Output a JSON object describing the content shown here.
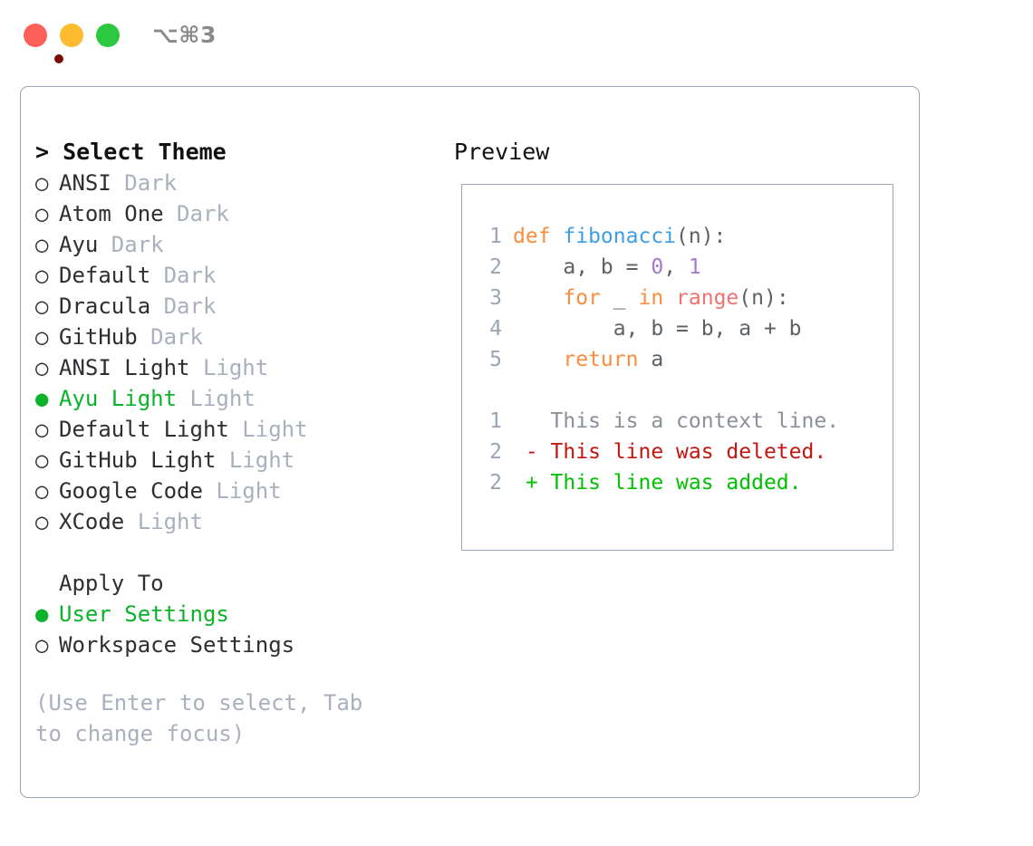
{
  "window": {
    "title": "⌥⌘3",
    "traffic_lights": [
      {
        "name": "close",
        "color": "#fc6058"
      },
      {
        "name": "minimize",
        "color": "#fdbc2f"
      },
      {
        "name": "maximize",
        "color": "#2bc840"
      }
    ]
  },
  "theme_picker": {
    "header_prefix": "> ",
    "header": "Select Theme",
    "bullet_unselected": "○ ",
    "bullet_selected": "● ",
    "items": [
      {
        "name": "ANSI",
        "kind": "Dark",
        "selected": false
      },
      {
        "name": "Atom One",
        "kind": "Dark",
        "selected": false
      },
      {
        "name": "Ayu",
        "kind": "Dark",
        "selected": false
      },
      {
        "name": "Default",
        "kind": "Dark",
        "selected": false
      },
      {
        "name": "Dracula",
        "kind": "Dark",
        "selected": false
      },
      {
        "name": "GitHub",
        "kind": "Dark",
        "selected": false
      },
      {
        "name": "ANSI Light",
        "kind": "Light",
        "selected": false
      },
      {
        "name": "Ayu Light",
        "kind": "Light",
        "selected": true
      },
      {
        "name": "Default Light",
        "kind": "Light",
        "selected": false
      },
      {
        "name": "GitHub Light",
        "kind": "Light",
        "selected": false
      },
      {
        "name": "Google Code",
        "kind": "Light",
        "selected": false
      },
      {
        "name": "XCode",
        "kind": "Light",
        "selected": false
      }
    ]
  },
  "apply_to": {
    "header": "Apply To",
    "items": [
      {
        "name": "User Settings",
        "selected": true
      },
      {
        "name": "Workspace Settings",
        "selected": false
      }
    ]
  },
  "hint": "(Use Enter to select, Tab to change focus)",
  "preview": {
    "label": "Preview",
    "code_lines": [
      {
        "number": "1",
        "tokens": [
          {
            "text": "def ",
            "type": "kw"
          },
          {
            "text": "fibonacci",
            "type": "fn"
          },
          {
            "text": "(n):",
            "type": "punc"
          }
        ]
      },
      {
        "number": "2",
        "tokens": [
          {
            "text": "    a, b = ",
            "type": "plain"
          },
          {
            "text": "0",
            "type": "num"
          },
          {
            "text": ", ",
            "type": "plain"
          },
          {
            "text": "1",
            "type": "num"
          }
        ]
      },
      {
        "number": "3",
        "tokens": [
          {
            "text": "    ",
            "type": "plain"
          },
          {
            "text": "for",
            "type": "kw"
          },
          {
            "text": " _ ",
            "type": "plain"
          },
          {
            "text": "in",
            "type": "kw"
          },
          {
            "text": " ",
            "type": "plain"
          },
          {
            "text": "range",
            "type": "call"
          },
          {
            "text": "(n):",
            "type": "punc"
          }
        ]
      },
      {
        "number": "4",
        "tokens": [
          {
            "text": "        a, b = b, a + b",
            "type": "plain"
          }
        ]
      },
      {
        "number": "5",
        "tokens": [
          {
            "text": "    ",
            "type": "plain"
          },
          {
            "text": "return",
            "type": "kw"
          },
          {
            "text": " a",
            "type": "plain"
          }
        ]
      }
    ],
    "diff_lines": [
      {
        "number": "1",
        "marker": " ",
        "text": " This is a context line.",
        "type": "ctx"
      },
      {
        "number": "2",
        "marker": "-",
        "text": " This line was deleted.",
        "type": "del"
      },
      {
        "number": "2",
        "marker": "+",
        "text": " This line was added.",
        "type": "add"
      }
    ]
  },
  "colors": {
    "accent_green": "#0bb32a",
    "muted_gray": "#a9b0bd",
    "border": "#9aa5b5",
    "kw_orange": "#fa8d3e",
    "fn_blue": "#3c9ee5",
    "num_purple": "#a37acc",
    "call_salmon": "#f07171",
    "diff_del_red": "#c4160f",
    "diff_add_green": "#00c000"
  }
}
